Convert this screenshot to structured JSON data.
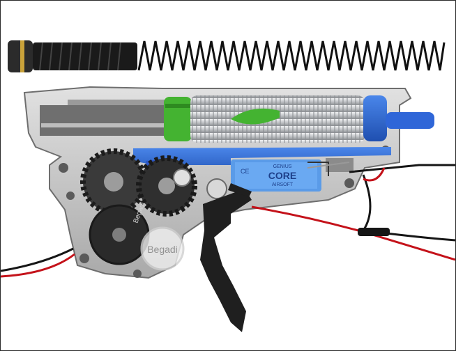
{
  "product_photo": {
    "colors": {
      "background": "#ffffff",
      "frame": "#2a2a2a",
      "gearbox_metal": "#c9c9c9",
      "gearbox_dark": "#8e8e8e",
      "cylinder": "#d4d6d8",
      "cylinder_head": "#2f7fd8",
      "piston_green": "#44b331",
      "blue_parts": "#2c57c6",
      "spring": "#151515",
      "trigger": "#1e1e1e",
      "wire_red": "#c4121a",
      "wire_black": "#161616"
    },
    "switch_label": {
      "top": "GENIUS",
      "brand": "CORE",
      "bottom": "AIRSOFT",
      "mark": "CE"
    },
    "gear_label": "Begadi",
    "watermark": "Begadi"
  }
}
